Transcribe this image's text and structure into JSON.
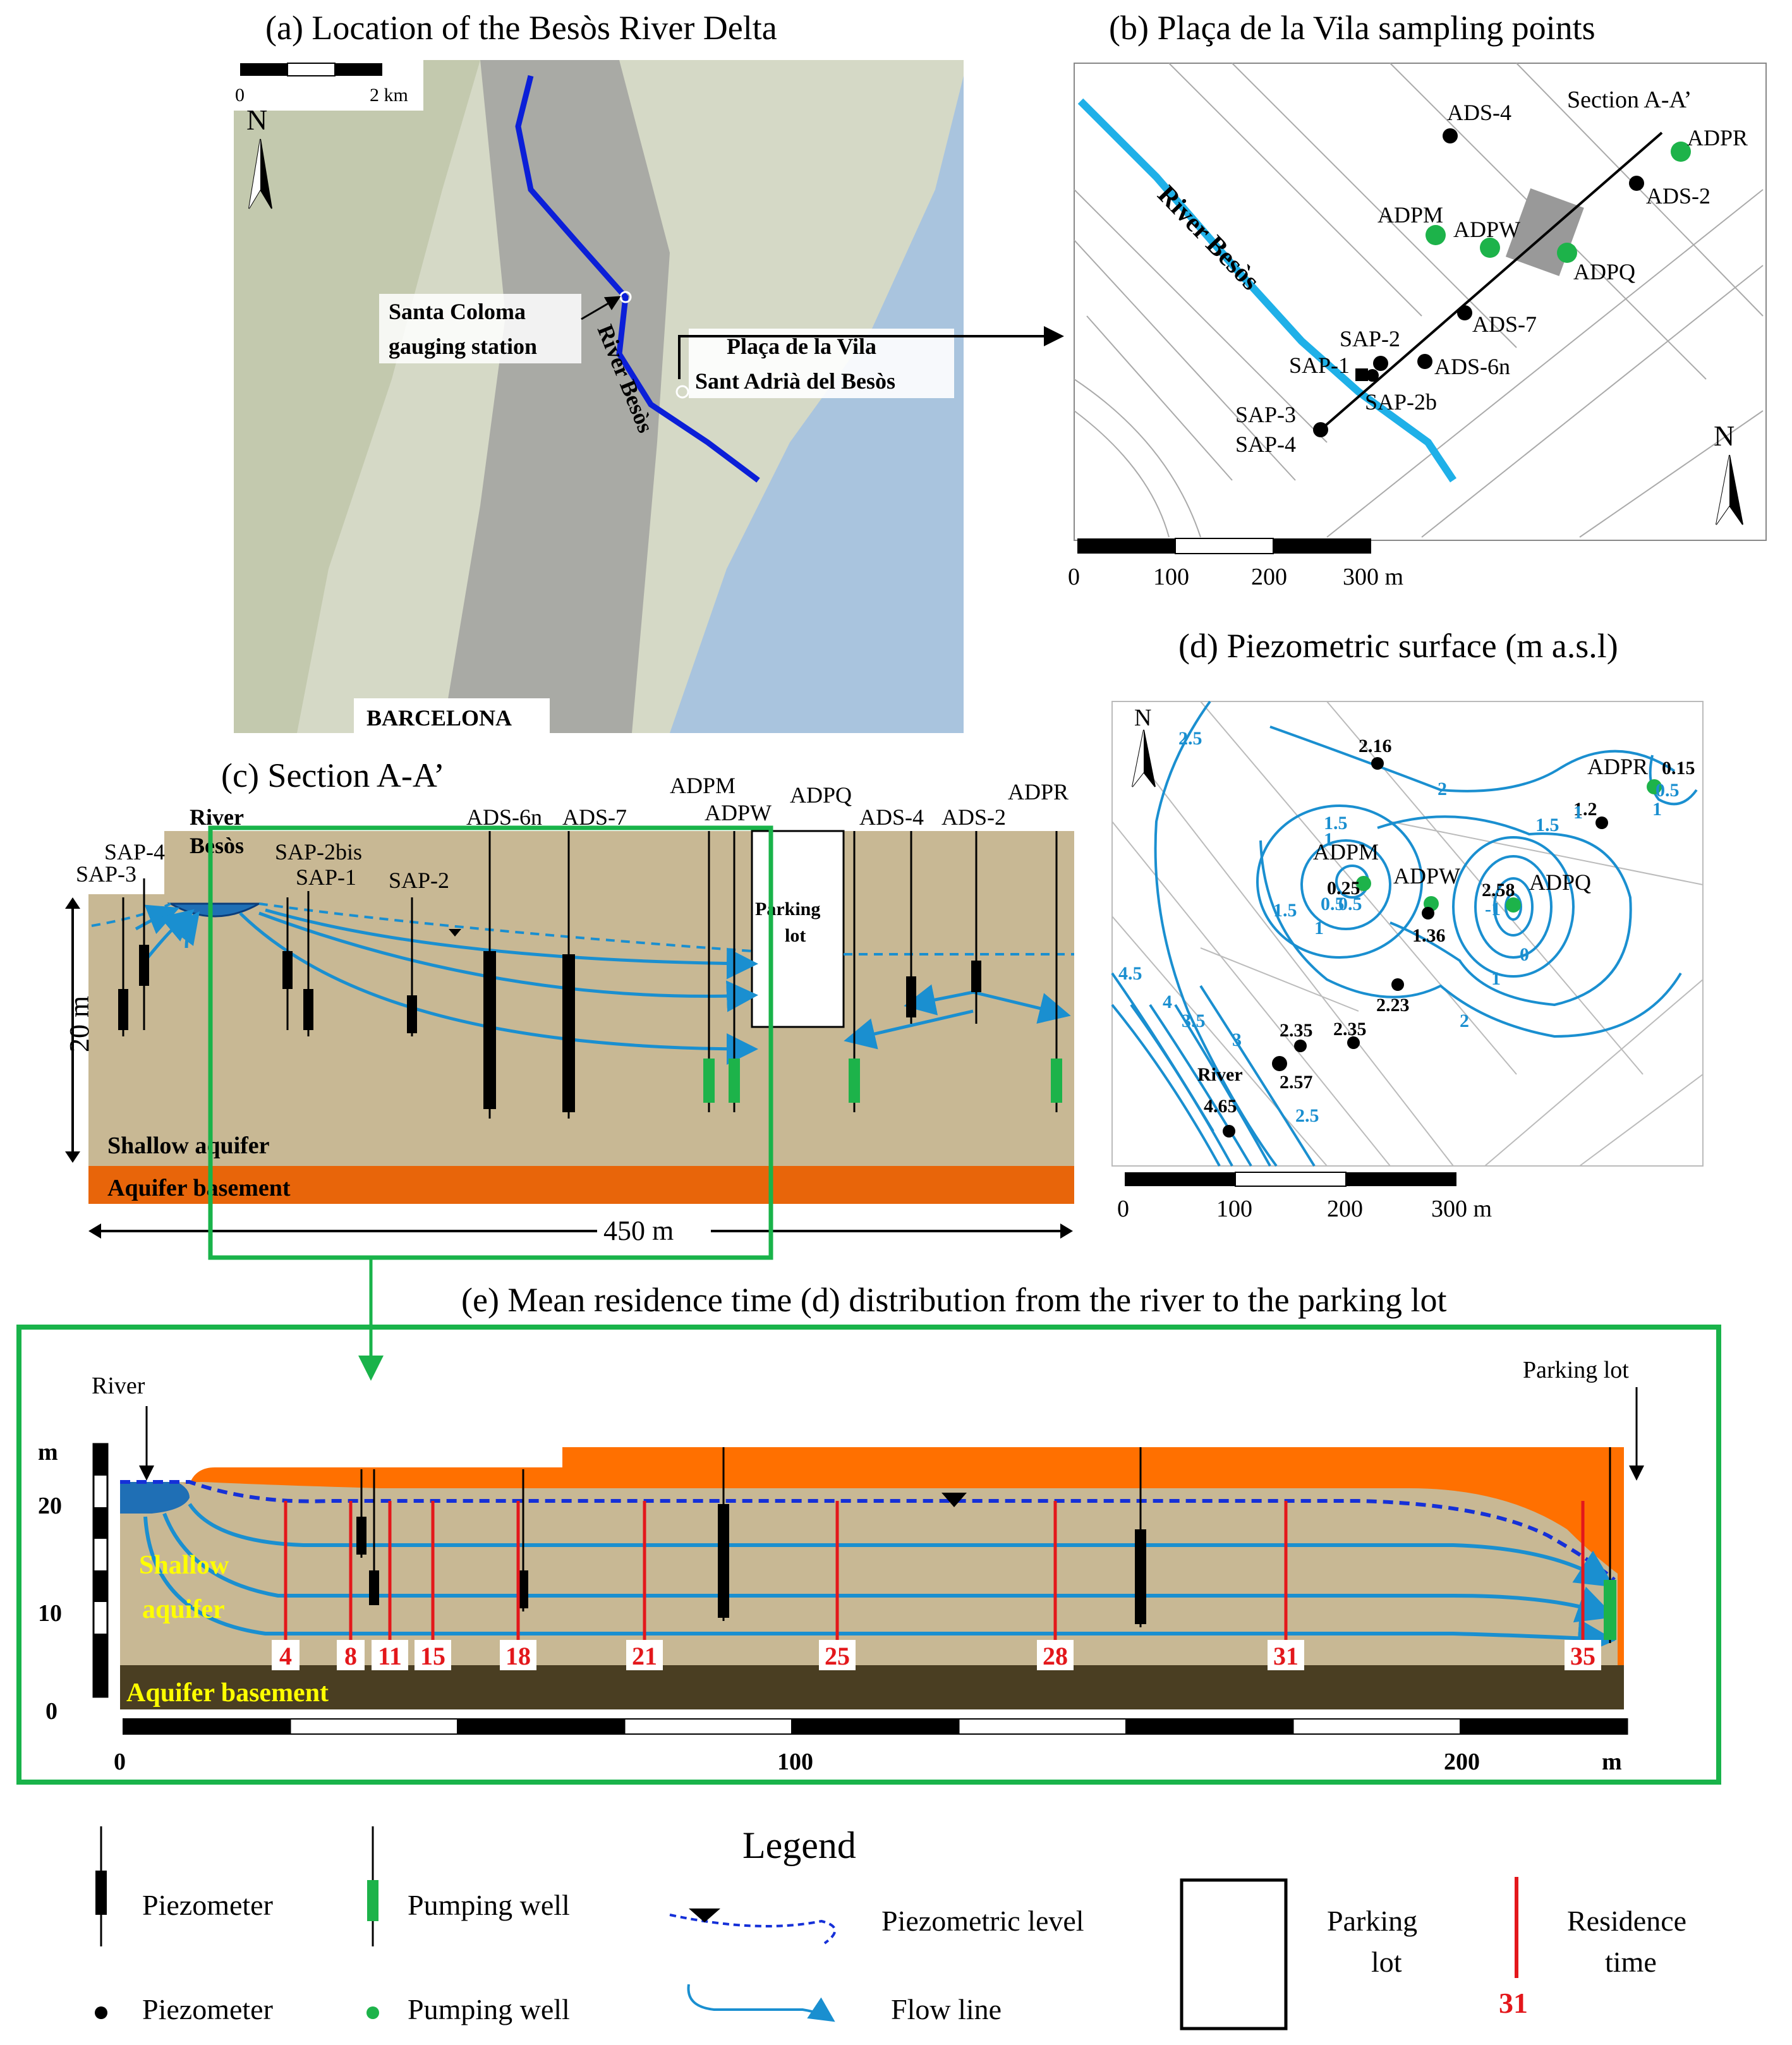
{
  "panel_a": {
    "title": "(a) Location of the Besòs River Delta",
    "scale_0": "0",
    "scale_2": "2 km",
    "north": "N",
    "gauging": [
      "Santa Coloma",
      "gauging station"
    ],
    "river": "River Besòs",
    "place": [
      "Plaça de la Vila",
      "Sant Adrià del Besòs"
    ],
    "city": "BARCELONA"
  },
  "panel_b": {
    "title": "(b)  Plaça de la Vila sampling points",
    "section": "Section A-A’",
    "river": "River Besòs",
    "north": "N",
    "points": {
      "ads4": "ADS-4",
      "adpr": "ADPR",
      "ads2": "ADS-2",
      "adpm": "ADPM",
      "adpw": "ADPW",
      "adpq": "ADPQ",
      "ads7": "ADS-7",
      "sap2": "SAP-2",
      "sap1": "SAP-1",
      "ads6n": "ADS-6n",
      "sap2b": "SAP-2b",
      "sap3": "SAP-3",
      "sap4": "SAP-4"
    },
    "scale": [
      "0",
      "100",
      "200",
      "300 m"
    ]
  },
  "panel_c": {
    "title": "(c) Section A-A’",
    "river": [
      "River",
      "Besòs"
    ],
    "wells": {
      "sap3": "SAP-3",
      "sap4": "SAP-4",
      "sap2bis": "SAP-2bis",
      "sap1": "SAP-1",
      "sap2": "SAP-2",
      "ads6n": "ADS-6n",
      "ads7": "ADS-7",
      "adpm": "ADPM",
      "adpw": "ADPW",
      "adpq": "ADPQ",
      "ads4": "ADS-4",
      "ads2": "ADS-2",
      "adpr": "ADPR"
    },
    "parking": [
      "Parking",
      "lot"
    ],
    "depth": "20 m",
    "shallow": "Shallow aquifer",
    "basement": "Aquifer basement",
    "width": "450 m"
  },
  "panel_d": {
    "title": "(d) Piezometric surface (m a.s.l)",
    "north": "N",
    "values": {
      "v216": "2.16",
      "v015": "0.15",
      "v12": "1.2",
      "v025": "0.25",
      "v258": "2.58",
      "v136": "1.36",
      "v223": "2.23",
      "v235a": "2.35",
      "v235b": "2.35",
      "v257": "2.57",
      "v465": "4.65"
    },
    "wells": {
      "adpr": "ADPR",
      "adpm": "ADPM",
      "adpw": "ADPW",
      "adpq": "ADPQ",
      "river": "River"
    },
    "contours": {
      "c25a": "2.5",
      "c2a": "2",
      "c15a": "1.5",
      "c1a": "1",
      "c05a": "0.5",
      "c15b": "1.5",
      "c1b": "1",
      "c05b": "0.5",
      "c15c": "1.5",
      "c1c": "-1",
      "c1d": "1",
      "c0": "0",
      "c1e": "1",
      "c2b": "2",
      "c45": "4.5",
      "c4": "4",
      "c35": "3.5",
      "c3": "3",
      "c25b": "2.5",
      "c05c": "0.5",
      "c1f": "1"
    },
    "scale": [
      "0",
      "100",
      "200",
      "300 m"
    ]
  },
  "panel_e": {
    "title": "(e) Mean residence time (d) distribution from the river to the parking lot",
    "river": "River",
    "parking": "Parking lot",
    "unit": "m",
    "y_ticks": [
      "20",
      "10",
      "0"
    ],
    "shallow": [
      "Shallow",
      "aquifer"
    ],
    "basement": "Aquifer basement",
    "times": [
      "4",
      "8",
      "11",
      "15",
      "18",
      "21",
      "25",
      "28",
      "31",
      "35"
    ],
    "x_ticks": [
      "0",
      "100",
      "200",
      "m"
    ]
  },
  "legend": {
    "title": "Legend",
    "piezometer": "Piezometer",
    "pumping": "Pumping well",
    "piezo_level": "Piezometric level",
    "flow": "Flow line",
    "parking": [
      "Parking",
      "lot"
    ],
    "residence": [
      "Residence",
      "time"
    ],
    "residence_num": "31",
    "piezometer2": "Piezometer",
    "pumping2": "Pumping well"
  },
  "colors": {
    "aquifer": "#c8b894",
    "basement_c": "#e8650a",
    "basement_e": "#4a3e22",
    "overburden": "#ff7000",
    "flow": "#1a8fd0",
    "river": "#1f6fb5",
    "green": "#1db34a",
    "red": "#e3171b",
    "box": "#19b34a",
    "map": "#d7dbca",
    "map_sea": "#a9c4de"
  }
}
